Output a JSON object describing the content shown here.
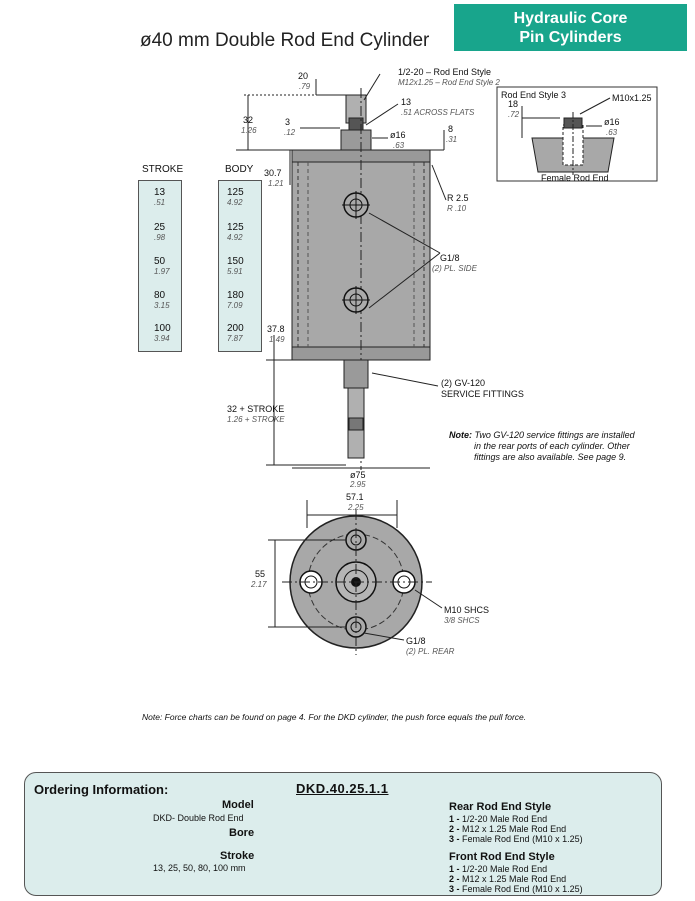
{
  "header": {
    "title": "ø40 mm Double Rod End Cylinder",
    "badge_line1": "Hydraulic Core",
    "badge_line2": "Pin Cylinders"
  },
  "dims": {
    "d20": "20",
    "d20_in": ".79",
    "d32": "32",
    "d32_in": "1.26",
    "d3": "3",
    "d3_in": ".12",
    "d30_7": "30.7",
    "d30_7_in": "1.21",
    "d37_8": "37.8",
    "d37_8_in": "1.49",
    "d32_stroke": "32 + STROKE",
    "d32_stroke_in": "1.26 + STROKE",
    "rod_style": "1/2-20 – Rod End Style",
    "rod_style_in": "M12x1.25 – Rod End Style 2",
    "flats": "13",
    "flats_in": ".51 ACROSS FLATS",
    "dia16": "ø16",
    "dia16_in": ".63",
    "d8": "8",
    "d8_in": ".31",
    "r2_5": "R 2.5",
    "r2_5_in": "R .10",
    "g18": "G1/8",
    "g18_in": "(2) PL. SIDE",
    "gv120": "(2) GV-120",
    "gv120_b": "SERVICE FITTINGS",
    "dia75": "ø75",
    "dia75_in": "2.95",
    "d57_1": "57.1",
    "d57_1_in": "2.25",
    "d55": "55",
    "d55_in": "2.17",
    "m10": "M10 SHCS",
    "m10_in": "3/8 SHCS",
    "g18_rear": "G1/8",
    "g18_rear_in": "(2) PL. REAR"
  },
  "inset": {
    "title": "Rod End Style 3",
    "m10": "M10x1.25",
    "d18": "18",
    "d18_in": ".72",
    "dia16": "ø16",
    "dia16_in": ".63",
    "caption": "Female Rod End"
  },
  "stroke_table": {
    "head": "STROKE",
    "rows": [
      {
        "mm": "13",
        "in": ".51"
      },
      {
        "mm": "25",
        "in": ".98"
      },
      {
        "mm": "50",
        "in": "1.97"
      },
      {
        "mm": "80",
        "in": "3.15"
      },
      {
        "mm": "100",
        "in": "3.94"
      }
    ]
  },
  "body_table": {
    "head": "BODY",
    "rows": [
      {
        "mm": "125",
        "in": "4.92"
      },
      {
        "mm": "125",
        "in": "4.92"
      },
      {
        "mm": "150",
        "in": "5.91"
      },
      {
        "mm": "180",
        "in": "7.09"
      },
      {
        "mm": "200",
        "in": "7.87"
      }
    ]
  },
  "notes": {
    "gv_note_label": "Note:",
    "gv_note_l1": "Two GV-120 service fittings are installed",
    "gv_note_l2": "in the rear ports of each cylinder. Other",
    "gv_note_l3": "fittings are also available. See page 9.",
    "force_note": "Note: Force charts can be found on page 4. For the DKD cylinder, the push force equals the pull force."
  },
  "ordering": {
    "title": "Ordering Information:",
    "code": "DKD.40.25.1.1",
    "model_label": "Model",
    "model_desc": "DKD- Double Rod End",
    "bore_label": "Bore",
    "stroke_label": "Stroke",
    "stroke_desc": "13, 25, 50, 80, 100 mm",
    "rear_title": "Rear Rod End Style",
    "rear_1n": "1 -",
    "rear_1": "1/2-20 Male Rod End",
    "rear_2n": "2 -",
    "rear_2": "M12 x 1.25 Male Rod End",
    "rear_3n": "3 -",
    "rear_3": "Female Rod End (M10 x 1.25)",
    "front_title": "Front Rod End Style",
    "front_1n": "1 -",
    "front_1": "1/2-20 Male Rod End",
    "front_2n": "2 -",
    "front_2": "M12 x 1.25 Male Rod End",
    "front_3n": "3 -",
    "front_3": "Female Rod End (M10 x 1.25)"
  },
  "colors": {
    "teal": "#18a58c",
    "light_teal": "#dcedec",
    "steel": "#a8a8a8"
  }
}
